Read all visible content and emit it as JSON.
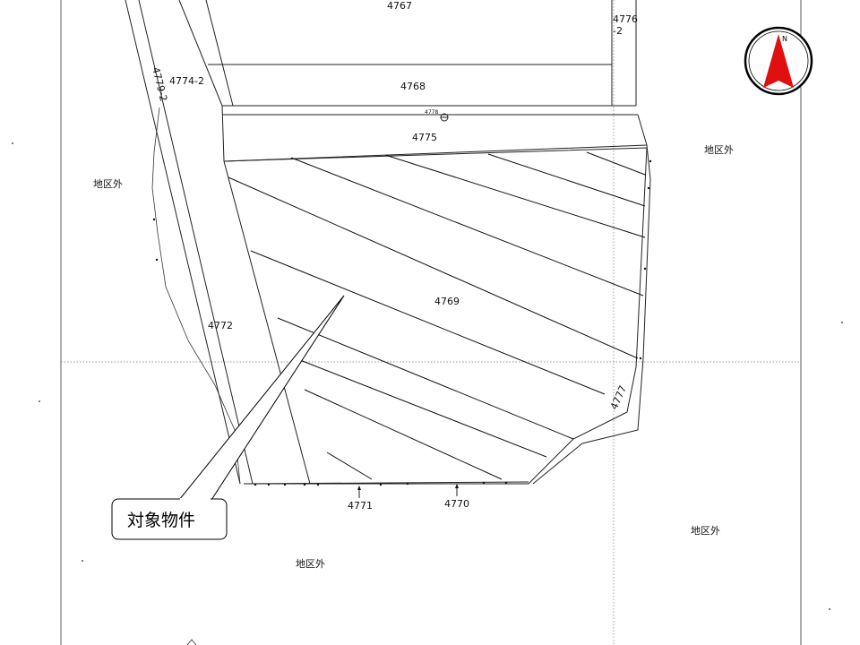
{
  "parcels": {
    "p4767": "4767",
    "p4776_2": "4776\n-2",
    "p4776_2_line1": "4776",
    "p4776_2_line2": "-2",
    "p4774_2": "4774-2",
    "p4768": "4768",
    "p4778": "4778",
    "p4775": "4775",
    "p4779_2": "4779-2",
    "p4769": "4769",
    "p4772": "4772",
    "p4777": "4777",
    "p4771": "4771",
    "p4770": "4770"
  },
  "outside_labels": {
    "left": "地区外",
    "right_top": "地区外",
    "right_bottom": "地区外",
    "bottom": "地区外"
  },
  "callout": {
    "text": "対象物件"
  },
  "north_arrow": {
    "letter": "N",
    "color": "#e01010",
    "icon": "north-arrow-icon"
  }
}
